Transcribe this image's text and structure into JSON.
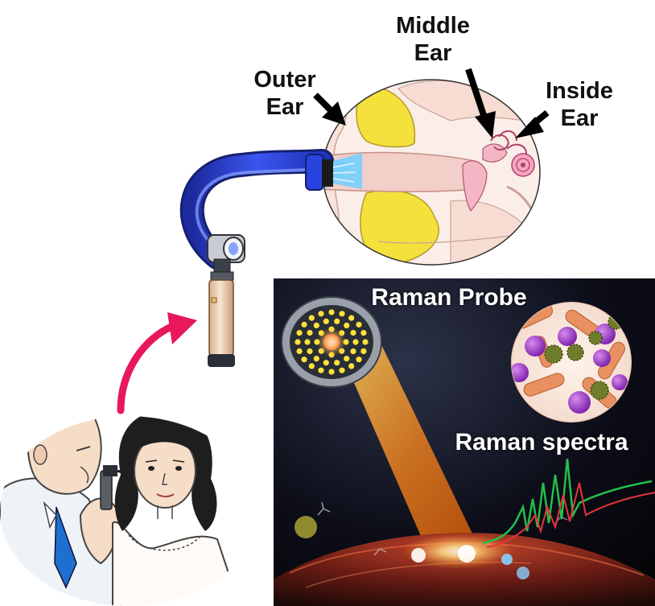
{
  "labels": {
    "outer_ear": [
      "Outer",
      "Ear"
    ],
    "middle_ear": [
      "Middle",
      "Ear"
    ],
    "inside_ear": [
      "Inside",
      "Ear"
    ],
    "raman_probe": "Raman Probe",
    "raman_spectra": "Raman spectra"
  },
  "colors": {
    "cable_blue": "#2a3fd8",
    "light_blue": "#6fd0ff",
    "canal_pink": "#f2cfc8",
    "cartilage_yellow": "#f4e13c",
    "cochlea_pink": "#e57aa0",
    "red_arrow": "#e8185a",
    "beam_orange": "#ff8a1e",
    "spectrum_green": "#22c04a",
    "spectrum_red": "#e8343a",
    "bacteria_purple": "#9a2fc0",
    "bacteria_orange": "#e89060",
    "virus_green": "#6f7d2a"
  },
  "icons": [
    "otoscope-icon",
    "curved-arrow-icon",
    "doctor-icon",
    "patient-icon",
    "probe-head-icon",
    "microbe-icon"
  ]
}
